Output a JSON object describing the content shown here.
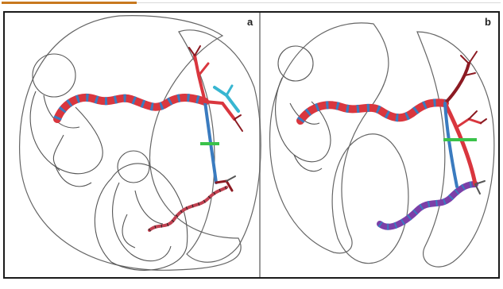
{
  "panels": [
    {
      "label": "a"
    },
    {
      "label": "b"
    }
  ],
  "colors": {
    "artery": "#d9363e",
    "artery_dark": "#8c1a22",
    "vein": "#3a7bbf",
    "vein_light": "#38b6d1",
    "marker": "#3ac24a",
    "cord_purple": "#7b3fa8",
    "outline": "#555555",
    "frame": "#1a1a1a"
  },
  "icons": {
    "panel_a": "twin-fetuses-placenta-illustration",
    "panel_b": "twin-fetuses-placenta-illustration"
  }
}
